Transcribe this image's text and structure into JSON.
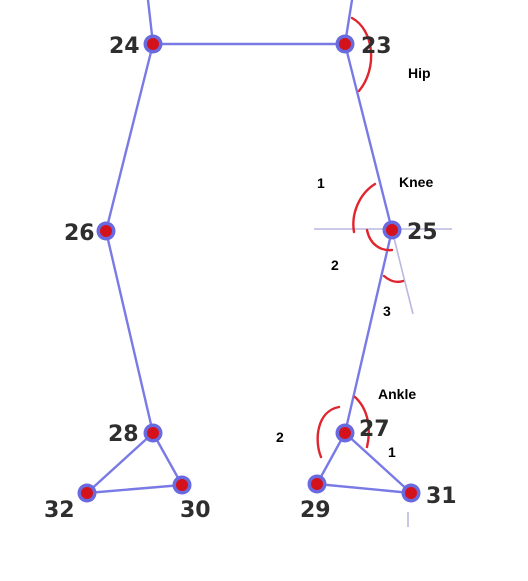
{
  "joints": {
    "j24": "24",
    "j23": "23",
    "j26": "26",
    "j25": "25",
    "j28": "28",
    "j27": "27",
    "j32": "32",
    "j30": "30",
    "j29": "29",
    "j31": "31"
  },
  "annotations": {
    "hip": "Hip",
    "knee": "Knee",
    "ankle": "Ankle",
    "knee_angle_1": "1",
    "knee_angle_2": "2",
    "knee_angle_3": "3",
    "ankle_angle_1": "1",
    "ankle_angle_2": "2"
  },
  "colors": {
    "bone": "#7a7ae6",
    "joint": "#d4121c",
    "angle_arc": "#e0252e"
  }
}
